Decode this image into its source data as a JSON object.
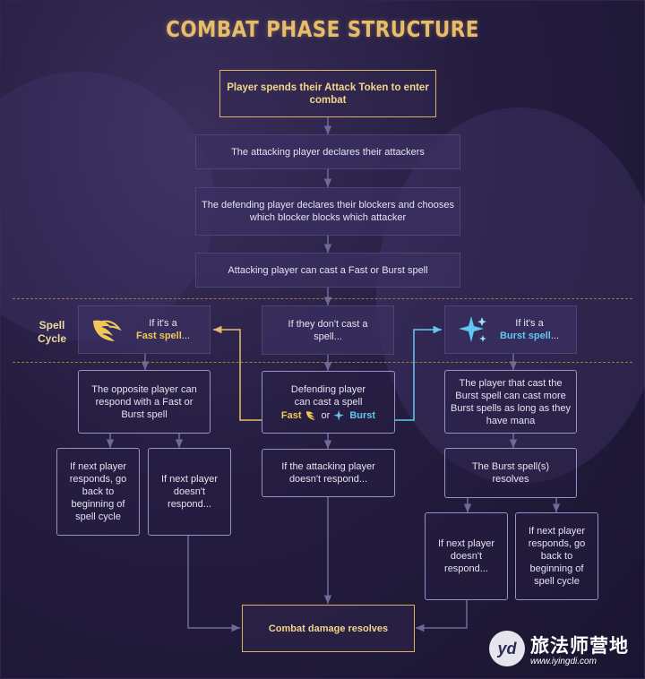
{
  "title": "COMBAT PHASE STRUCTURE",
  "spell_cycle_label": "Spell Cycle",
  "nodes": {
    "start": "Player spends their Attack Token to enter combat",
    "declare_attackers": "The attacking player declares their attackers",
    "declare_blockers": "The defending player declares their blockers and chooses which blocker blocks which attacker",
    "attacker_cast": "Attacking player can cast a Fast or Burst spell",
    "if_fast": {
      "prefix": "If it's a",
      "highlight": "Fast spell",
      "suffix": "..."
    },
    "if_dont": "If they don't cast a spell...",
    "if_burst": {
      "prefix": "If it's a",
      "highlight": "Burst spell",
      "suffix": "..."
    },
    "opposite_respond": "The opposite player can respond with a Fast or Burst spell",
    "defending_cast": {
      "line": "Defending player can cast a spell",
      "fast": "Fast",
      "or": "or",
      "burst": "Burst"
    },
    "burst_more": "The player that cast the Burst spell can cast more Burst spells as long as they have mana",
    "left_responds": "If next player responds, go back to beginning of spell cycle",
    "left_doesnt": "If next player doesn't respond...",
    "attacker_doesnt": "If the attacking player doesn't respond...",
    "burst_resolves": "The Burst spell(s) resolves",
    "right_doesnt": "If next player doesn't respond...",
    "right_responds": "If next player responds, go back to beginning of spell cycle",
    "damage": "Combat damage resolves"
  },
  "colors": {
    "title": "#e8bd6a",
    "fast": "#f0c857",
    "burst": "#63c7f2",
    "box_fill": "#3a3060",
    "connector": "#6f6a9a"
  },
  "icons": [
    "fast-spell-icon",
    "burst-spell-icon"
  ],
  "watermark": {
    "logo_text": "yd",
    "name": "旅法师营地",
    "url": "www.iyingdi.com"
  }
}
